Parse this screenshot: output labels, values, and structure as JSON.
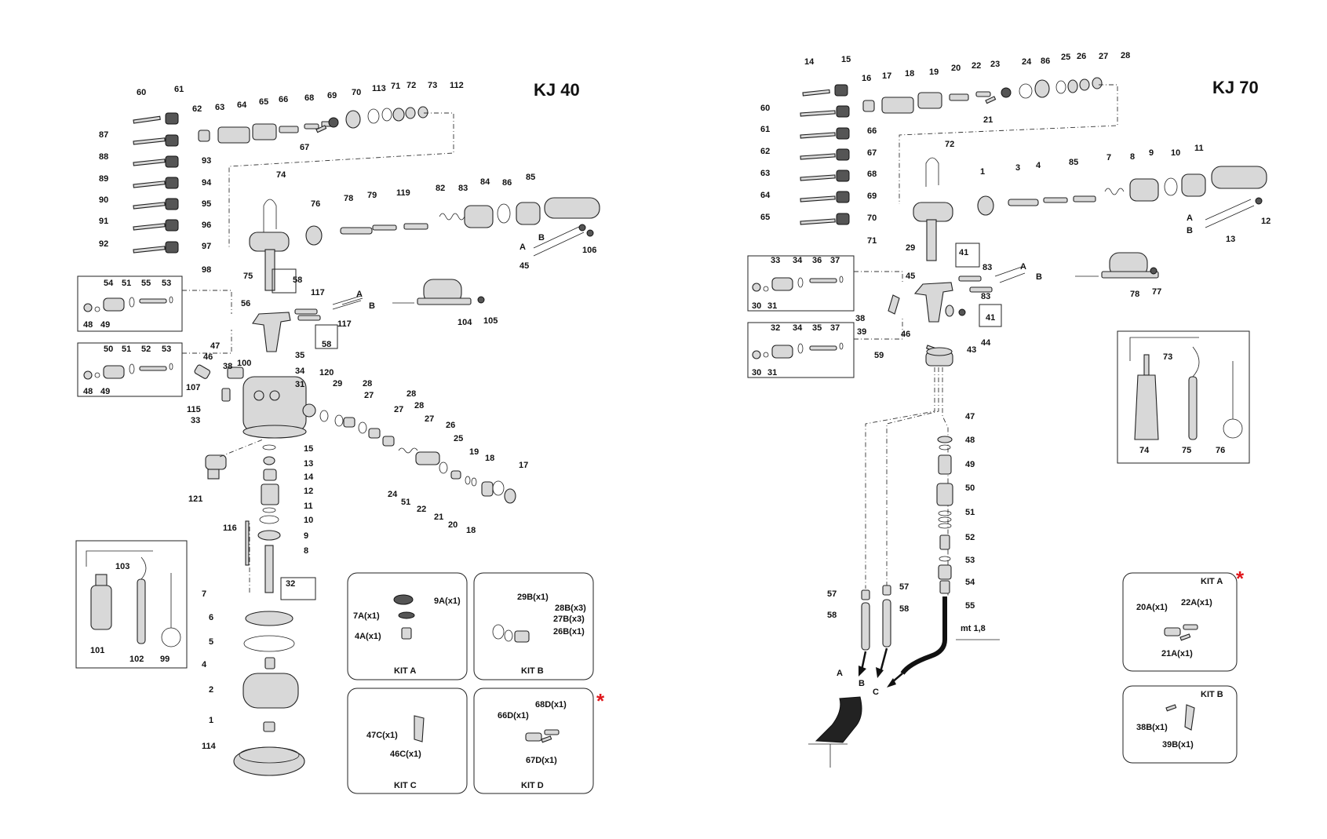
{
  "titles": {
    "left": "KJ 40",
    "right": "KJ 70"
  },
  "colors": {
    "line": "#222222",
    "part_fill": "#d8d8d8",
    "star": "#e0161b"
  },
  "kit_asterisk": "*",
  "kits_left": [
    {
      "title": "KIT A",
      "items": [
        "9A(x1)",
        "7A(x1)",
        "4A(x1)"
      ]
    },
    {
      "title": "KIT B",
      "items": [
        "29B(x1)",
        "28B(x3)",
        "27B(x3)",
        "26B(x1)"
      ]
    },
    {
      "title": "KIT C",
      "items": [
        "47C(x1)",
        "46C(x1)"
      ]
    },
    {
      "title": "KIT D",
      "items": [
        "66D(x1)",
        "68D(x1)",
        "67D(x1)"
      ]
    }
  ],
  "kits_right": [
    {
      "title": "KIT A",
      "items": [
        "20A(x1)",
        "22A(x1)",
        "21A(x1)"
      ]
    },
    {
      "title": "KIT B",
      "items": [
        "38B(x1)",
        "39B(x1)"
      ]
    }
  ],
  "labels_left": [
    "60",
    "61",
    "62",
    "63",
    "64",
    "65",
    "66",
    "68",
    "69",
    "70",
    "113",
    "71",
    "72",
    "73",
    "112",
    "67",
    "87",
    "93",
    "88",
    "94",
    "89",
    "95",
    "90",
    "96",
    "91",
    "97",
    "92",
    "98",
    "74",
    "76",
    "78",
    "79",
    "119",
    "82",
    "83",
    "84",
    "86",
    "85",
    "106",
    "45",
    "A",
    "B",
    "75",
    "58",
    "117",
    "117",
    "58",
    "104",
    "105",
    "A",
    "B",
    "54",
    "51",
    "55",
    "53",
    "48",
    "49",
    "50",
    "51",
    "52",
    "53",
    "48",
    "49",
    "56",
    "47",
    "46",
    "35",
    "34",
    "100",
    "38",
    "107",
    "115",
    "33",
    "31",
    "121",
    "120",
    "29",
    "28",
    "27",
    "28",
    "27",
    "28",
    "27",
    "26",
    "25",
    "15",
    "13",
    "14",
    "12",
    "11",
    "10",
    "9",
    "8",
    "116",
    "32",
    "7",
    "6",
    "5",
    "4",
    "2",
    "1",
    "114",
    "24",
    "51",
    "22",
    "21",
    "20",
    "19",
    "18",
    "17",
    "18",
    "103",
    "101",
    "102",
    "99"
  ],
  "labels_right": [
    "14",
    "15",
    "16",
    "17",
    "18",
    "19",
    "20",
    "22",
    "23",
    "24",
    "86",
    "25",
    "26",
    "27",
    "28",
    "21",
    "60",
    "66",
    "61",
    "67",
    "62",
    "68",
    "63",
    "69",
    "64",
    "70",
    "65",
    "71",
    "72",
    "1",
    "3",
    "4",
    "85",
    "7",
    "8",
    "9",
    "10",
    "11",
    "12",
    "13",
    "A",
    "B",
    "29",
    "33",
    "34",
    "36",
    "37",
    "30",
    "31",
    "32",
    "34",
    "35",
    "37",
    "30",
    "31",
    "45",
    "41",
    "83",
    "83",
    "41",
    "A",
    "B",
    "78",
    "77",
    "38",
    "39",
    "46",
    "43",
    "44",
    "59",
    "73",
    "74",
    "75",
    "76",
    "47",
    "48",
    "49",
    "50",
    "51",
    "52",
    "53",
    "54",
    "55",
    "57",
    "57",
    "58",
    "58",
    "mt 1,8",
    "A",
    "B",
    "C"
  ]
}
